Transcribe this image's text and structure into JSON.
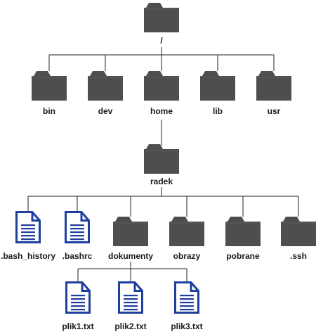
{
  "colors": {
    "folder": "#4e4e4e",
    "file_border": "#1f3f9e",
    "file_lines": "#1f3f9e",
    "file_fill": "#ffffff",
    "connector": "#222222",
    "label": "#1a1a1a"
  },
  "tree": {
    "root": {
      "label": "/",
      "icon": "folder-icon"
    },
    "root_children": [
      {
        "label": "bin",
        "icon": "folder-icon"
      },
      {
        "label": "dev",
        "icon": "folder-icon"
      },
      {
        "label": "home",
        "icon": "folder-icon"
      },
      {
        "label": "lib",
        "icon": "folder-icon"
      },
      {
        "label": "usr",
        "icon": "folder-icon"
      }
    ],
    "home_child": {
      "label": "radek",
      "icon": "folder-icon"
    },
    "radek_children": [
      {
        "label": ".bash_history",
        "icon": "text-file-icon"
      },
      {
        "label": ".bashrc",
        "icon": "text-file-icon"
      },
      {
        "label": "dokumenty",
        "icon": "folder-icon"
      },
      {
        "label": "obrazy",
        "icon": "folder-icon"
      },
      {
        "label": "pobrane",
        "icon": "folder-icon"
      },
      {
        "label": ".ssh",
        "icon": "folder-icon"
      }
    ],
    "dokumenty_children": [
      {
        "label": "plik1.txt",
        "icon": "text-file-icon"
      },
      {
        "label": "plik2.txt",
        "icon": "text-file-icon"
      },
      {
        "label": "plik3.txt",
        "icon": "text-file-icon"
      }
    ]
  }
}
